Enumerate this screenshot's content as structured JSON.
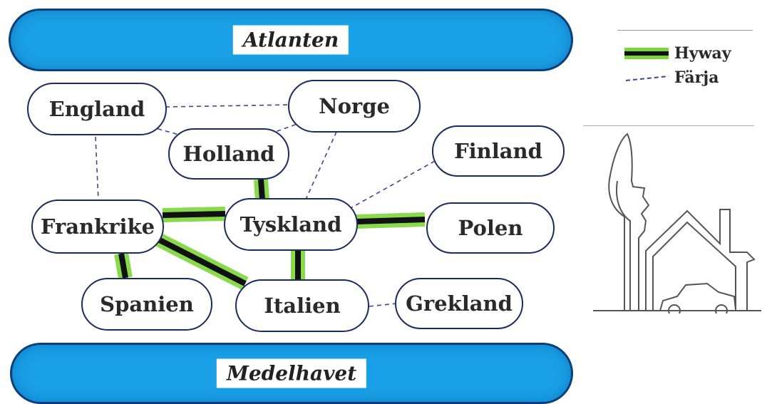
{
  "seas": {
    "top": "Atlanten",
    "bottom": "Medelhavet"
  },
  "countries": {
    "england": "England",
    "norge": "Norge",
    "holland": "Holland",
    "finland": "Finland",
    "frankrike": "Frankrike",
    "tyskland": "Tyskland",
    "polen": "Polen",
    "spanien": "Spanien",
    "italien": "Italien",
    "grekland": "Grekland"
  },
  "legend": {
    "hyway": "Hyway",
    "farja": "Färja"
  },
  "connections": {
    "hyway": [
      [
        "Holland",
        "Tyskland"
      ],
      [
        "Frankrike",
        "Tyskland"
      ],
      [
        "Tyskland",
        "Polen"
      ],
      [
        "Frankrike",
        "Spanien"
      ],
      [
        "Frankrike",
        "Italien"
      ],
      [
        "Tyskland",
        "Italien"
      ]
    ],
    "farja": [
      [
        "England",
        "Norge"
      ],
      [
        "England",
        "Holland"
      ],
      [
        "Holland",
        "Norge"
      ],
      [
        "England",
        "Frankrike"
      ],
      [
        "Norge",
        "Tyskland"
      ],
      [
        "Finland",
        "Tyskland"
      ],
      [
        "Italien",
        "Grekland"
      ]
    ]
  },
  "colors": {
    "sea": "#1aa0e6",
    "hyway_glow": "#7cd63a",
    "hyway_core": "#111111",
    "ferry": "#3a4a8a"
  }
}
